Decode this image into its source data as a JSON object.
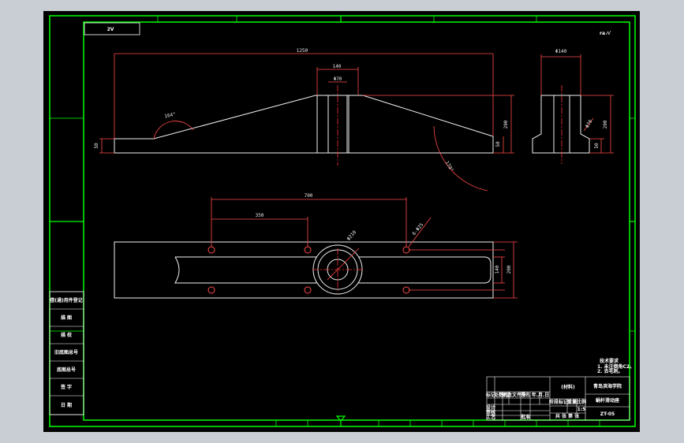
{
  "drawing": {
    "mark": "2V",
    "roughness": "ra ⁄√",
    "colors": {
      "background": "#000000",
      "border": "#00ff00",
      "outline": "#f2f2f2",
      "dimension": "#ff4a4a",
      "hatch_fill": "#4a1a4e",
      "hatch_line": "#b050b0"
    }
  },
  "front_view": {
    "dims": {
      "overall_length": "1250",
      "top_width": "140",
      "bore": "Φ70",
      "height": "200",
      "base_left": "50",
      "base_right": "50",
      "angle_left": "164°",
      "angle_right": "170°"
    }
  },
  "side_view": {
    "dims": {
      "top": "Φ140",
      "right_height": "200",
      "right_base": "50",
      "bore_mark": "Φ70"
    }
  },
  "plan_view": {
    "dims": {
      "span_outer": "700",
      "span_inner": "350",
      "hole_note": "6-Φ25",
      "ring": "Φ210",
      "slot_width": "140",
      "overall_width": "200"
    }
  },
  "left_table": {
    "rows": [
      "借(通)用件登记",
      "描  图",
      "描  校",
      "旧底图总号",
      "底图总号",
      "签  字",
      "日  期"
    ]
  },
  "tech_req": {
    "title": "技术要求",
    "lines": [
      "1. 未注倒角C2。",
      "2. 去毛刺。"
    ]
  },
  "title_block": {
    "school": "青岛滨海学院",
    "part_name": "蜗杆滑动座",
    "drawing_no": "ZT-05",
    "material": "(材料)",
    "scale": "1:5",
    "headers": [
      "标记",
      "处数",
      "分区",
      "更改文件号",
      "签名",
      "年.月.日"
    ],
    "row_labels": [
      "设计",
      "审核",
      "工艺"
    ],
    "stage_label": "阶段标记",
    "weight_label": "重量",
    "scale_label": "比例",
    "sheet_text": "共  张  第  张",
    "approve": "批准"
  }
}
